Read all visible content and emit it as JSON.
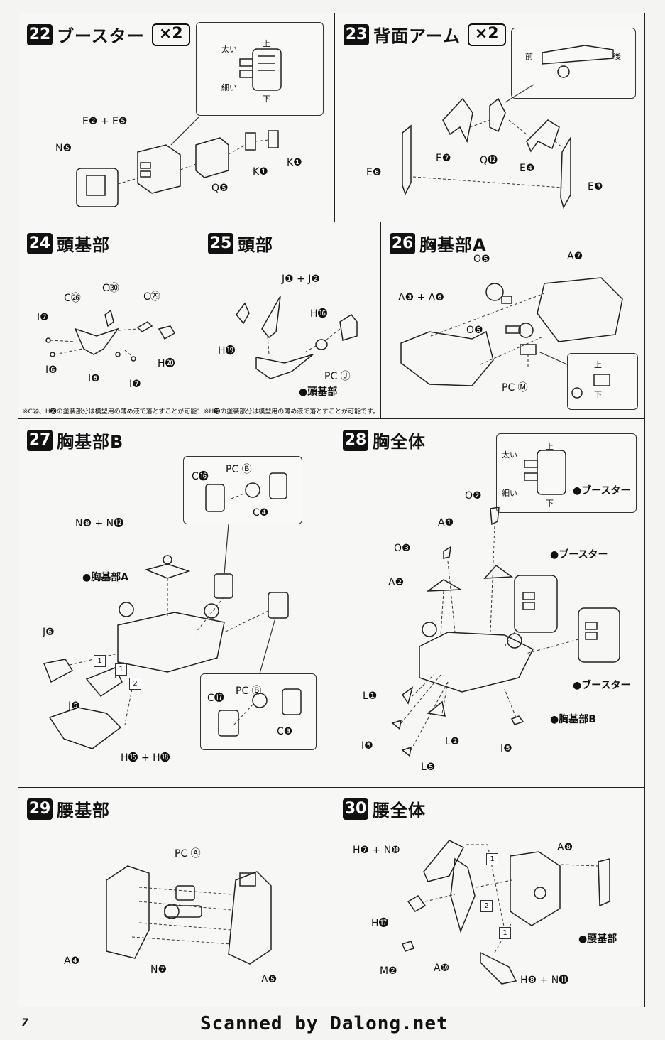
{
  "steps": {
    "s22": {
      "num": "22",
      "title": "ブースター",
      "mult": "×2",
      "labels": {
        "thick": "太い",
        "thin": "細い",
        "up": "上",
        "down": "下",
        "e2e5": "E❷ + E❺",
        "n5": "N❺",
        "q5": "Q❺",
        "k1a": "K❶",
        "k1b": "K❶"
      }
    },
    "s23": {
      "num": "23",
      "title": "背面アーム",
      "mult": "×2",
      "labels": {
        "front": "前",
        "back": "後",
        "e7": "E❼",
        "q12": "Q⓬",
        "e4": "E❹",
        "e6": "E❻",
        "e3": "E❸"
      }
    },
    "s24": {
      "num": "24",
      "title": "頭基部",
      "labels": {
        "c30": "C㉚",
        "c26": "C㉖",
        "c29": "C㉙",
        "i7a": "I❼",
        "h20": "H⓴",
        "i6a": "I❻",
        "i6b": "I❻",
        "i7b": "I❼"
      },
      "note": "※C㉖、H⓴の塗装部分は模型用の薄め液で落とすことが可能です。"
    },
    "s25": {
      "num": "25",
      "title": "頭部",
      "labels": {
        "j1j2": "J❶ + J❷",
        "h16": "H⓰",
        "h19": "H⓳",
        "pcj": "PC Ⓙ",
        "head_base": "●頭基部"
      },
      "note": "※H⓳の塗装部分は模型用の薄め液で落とすことが可能です。"
    },
    "s26": {
      "num": "26",
      "title": "胸基部A",
      "labels": {
        "o5a": "O❺",
        "a7": "A❼",
        "a3a6": "A❸ + A❻",
        "o5b": "O❺",
        "pcm": "PC Ⓜ",
        "up": "上",
        "down": "下"
      }
    },
    "s27": {
      "num": "27",
      "title": "胸基部B",
      "labels": {
        "c16": "C⓰",
        "pcb1": "PC Ⓑ",
        "c4": "C❹",
        "n8n12": "N❽ + N⓬",
        "chest_a": "●胸基部A",
        "j6": "J❻",
        "j5": "J❺",
        "h15h18": "H⓯ + H⓲",
        "c17": "C⓱",
        "pcb2": "PC Ⓑ",
        "c3": "C❸",
        "sub1a": "1",
        "sub1b": "1",
        "sub2": "2"
      }
    },
    "s28": {
      "num": "28",
      "title": "胸全体",
      "labels": {
        "thick": "太い",
        "thin": "細い",
        "up": "上",
        "down": "下",
        "booster_c": "●ブースター",
        "o2": "O❷",
        "a1": "A❶",
        "o3": "O❸",
        "booster1": "●ブースター",
        "a2": "A❷",
        "booster2": "●ブースター",
        "l1": "L❶",
        "chest_b": "●胸基部B",
        "i5a": "I❺",
        "l2": "L❷",
        "i5b": "I❺",
        "l5": "L❺"
      }
    },
    "s29": {
      "num": "29",
      "title": "腰基部",
      "labels": {
        "pca": "PC Ⓐ",
        "a4": "A❹",
        "n7": "N❼",
        "a5": "A❺"
      }
    },
    "s30": {
      "num": "30",
      "title": "腰全体",
      "labels": {
        "h7n10": "H❼ + N❿",
        "a8": "A❽",
        "h17": "H⓱",
        "waist_base": "●腰基部",
        "m2": "M❷",
        "a10": "A❿",
        "h8n11": "H❽ + N⓫",
        "sub1a": "1",
        "sub2": "2",
        "sub1b": "1"
      }
    }
  },
  "footer": {
    "page": "7",
    "credit": "Scanned by Dalong.net"
  }
}
